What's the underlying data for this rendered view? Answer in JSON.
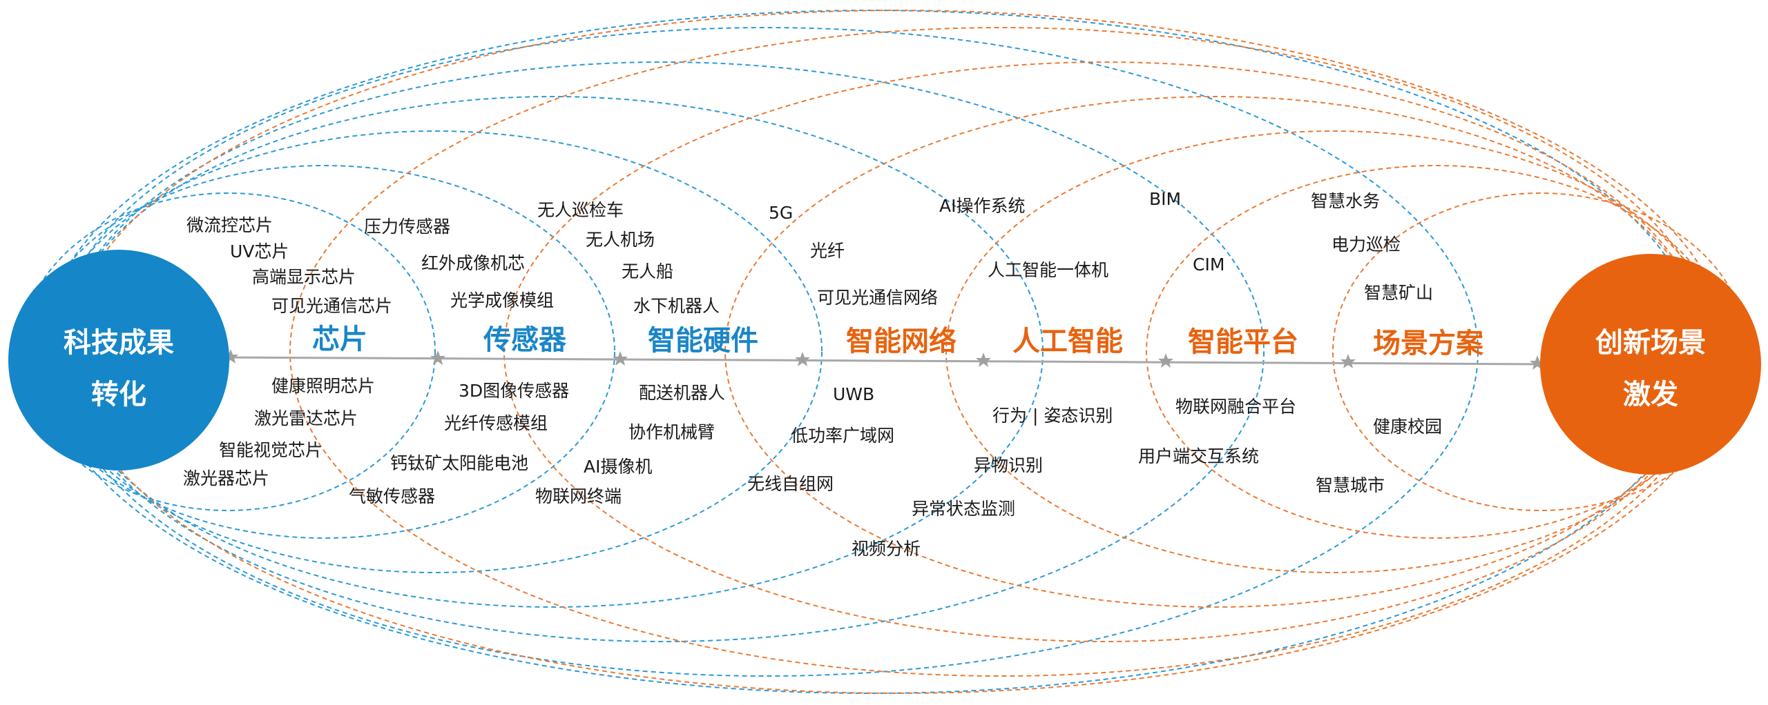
{
  "colors": {
    "blue": "#1a86c8",
    "orange": "#e8630f",
    "line": "#a0a0a0",
    "text": "#1a1a1a"
  },
  "left_hub": {
    "line1": "科技成果",
    "line2": "转化"
  },
  "right_hub": {
    "line1": "创新场景",
    "line2": "激发"
  },
  "categories": [
    {
      "label": "芯片",
      "color": "blue"
    },
    {
      "label": "传感器",
      "color": "blue"
    },
    {
      "label": "智能硬件",
      "color": "blue"
    },
    {
      "label": "智能网络",
      "color": "orange"
    },
    {
      "label": "人工智能",
      "color": "orange"
    },
    {
      "label": "智能平台",
      "color": "orange"
    },
    {
      "label": "场景方案",
      "color": "orange"
    }
  ],
  "items": {
    "chip": [
      "微流控芯片",
      "UV芯片",
      "高端显示芯片",
      "可见光通信芯片",
      "健康照明芯片",
      "激光雷达芯片",
      "智能视觉芯片",
      "激光器芯片"
    ],
    "sensor": [
      "压力传感器",
      "红外成像机芯",
      "光学成像模组",
      "3D图像传感器",
      "光纤传感模组",
      "钙钛矿太阳能电池",
      "气敏传感器"
    ],
    "hardware": [
      "无人巡检车",
      "无人机场",
      "无人船",
      "水下机器人",
      "配送机器人",
      "协作机械臂",
      "AI摄像机",
      "物联网终端"
    ],
    "network": [
      "5G",
      "光纤",
      "可见光通信网络",
      "UWB",
      "低功率广域网",
      "无线自组网"
    ],
    "ai": [
      "AI操作系统",
      "人工智能一体机",
      "行为 | 姿态识别",
      "异物识别",
      "异常状态监测",
      "视频分析"
    ],
    "platform": [
      "BIM",
      "CIM",
      "物联网融合平台",
      "用户端交互系统"
    ],
    "scenario": [
      "智慧水务",
      "电力巡检",
      "智慧矿山",
      "健康校园",
      "智慧城市"
    ]
  }
}
